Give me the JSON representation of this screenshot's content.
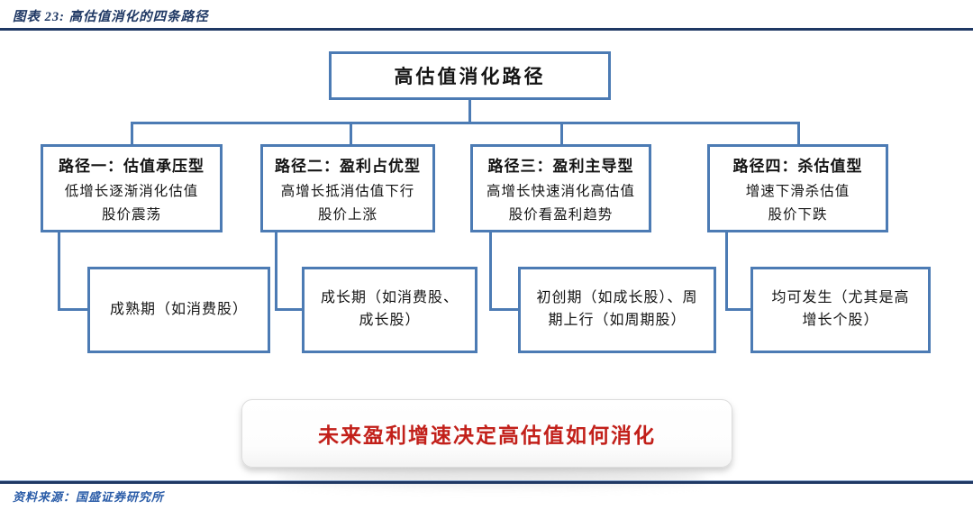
{
  "header": {
    "title": "图表 23: 高估值消化的四条路径"
  },
  "root": {
    "label": "高估值消化路径"
  },
  "paths": [
    {
      "title": "路径一：估值承压型",
      "desc1": "低增长逐渐消化估值",
      "desc2": "股价震荡",
      "stage": "成熟期（如消费股）"
    },
    {
      "title": "路径二：盈利占优型",
      "desc1": "高增长抵消估值下行",
      "desc2": "股价上涨",
      "stage": "成长期（如消费股、成长股）"
    },
    {
      "title": "路径三：盈利主导型",
      "desc1": "高增长快速消化高估值",
      "desc2": "股价看盈利趋势",
      "stage": "初创期（如成长股）、周期上行（如周期股）"
    },
    {
      "title": "路径四：杀估值型",
      "desc1": "增速下滑杀估值",
      "desc2": "股价下跌",
      "stage": "均可发生（尤其是高增长个股）"
    }
  ],
  "conclusion": {
    "text": "未来盈利增速决定高估值如何消化"
  },
  "footer": {
    "source": "资料来源：国盛证券研究所"
  },
  "colors": {
    "navy": "#1F3864",
    "box_border": "#4C7BB4",
    "red": "#C2201A",
    "source_blue": "#2A5CA8"
  }
}
